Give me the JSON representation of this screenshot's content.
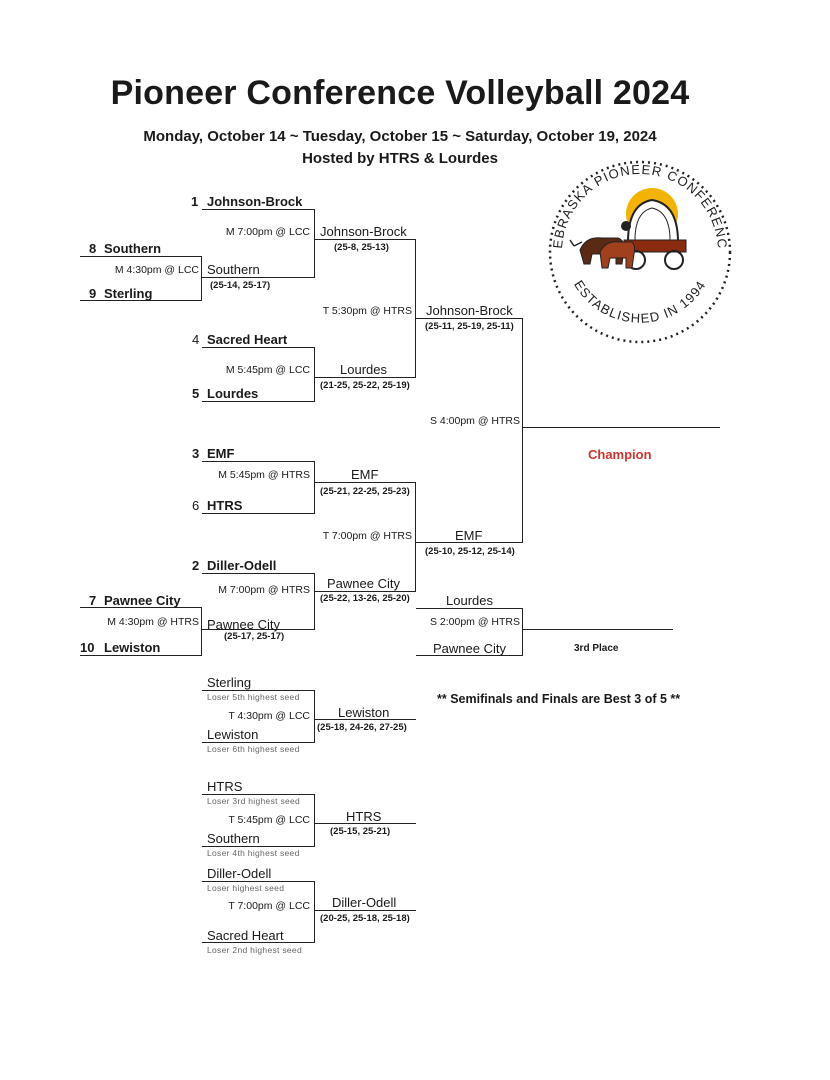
{
  "header": {
    "title": "Pioneer Conference Volleyball 2024",
    "dates": "Monday, October 14 ~ Tuesday, October 15 ~ Saturday, October 19, 2024",
    "hosted": "Hosted by HTRS & Lourdes"
  },
  "logo": {
    "top_text": "NEBRASKA PIONEER CONFERENCE",
    "bottom_text": "ESTABLISHED IN 1994",
    "icon": "covered-wagon-oxen-icon"
  },
  "r1": {
    "g1": {
      "seed_top": "1",
      "team_top": "Johnson-Brock",
      "sched": "M 7:00pm @ LCC"
    },
    "pg": {
      "seed_top": "8",
      "team_top": "Southern",
      "sched": "M 4:30pm @ LCC",
      "winner": "Southern",
      "score": "(25-14, 25-17)",
      "seed_bot": "9",
      "team_bot": "Sterling"
    },
    "g2": {
      "seed_top": "4",
      "team_top": "Sacred Heart",
      "sched": "M 5:45pm @ LCC",
      "seed_bot": "5",
      "team_bot": "Lourdes"
    },
    "g3": {
      "seed_top": "3",
      "team_top": "EMF",
      "sched": "M 5:45pm @ HTRS",
      "seed_bot": "6",
      "team_bot": "HTRS"
    },
    "g4": {
      "seed_top": "2",
      "team_top": "Diller-Odell",
      "sched": "M 7:00pm @ HTRS"
    },
    "pg2": {
      "seed_top": "7",
      "team_top": "Pawnee City",
      "sched": "M 4:30pm @ HTRS",
      "winner": "Pawnee City",
      "score": "(25-17, 25-17)",
      "seed_bot": "10",
      "team_bot": "Lewiston"
    }
  },
  "r2": {
    "w1": {
      "team": "Johnson-Brock",
      "score": "(25-8, 25-13)"
    },
    "w2": {
      "team": "Lourdes",
      "score": "(21-25, 25-22, 25-19)"
    },
    "w3": {
      "team": "EMF",
      "score": "(25-21, 22-25, 25-23)"
    },
    "w4": {
      "team": "Pawnee City",
      "score": "(25-22, 13-26, 25-20)"
    },
    "s1_sched": "T 5:30pm @ HTRS",
    "s2_sched": "T 7:00pm @ HTRS"
  },
  "semis": {
    "w1": {
      "team": "Johnson-Brock",
      "score": "(25-11, 25-19, 25-11)"
    },
    "w2": {
      "team": "EMF",
      "score": "(25-10, 25-12, 25-14)"
    },
    "final_sched": "S 4:00pm @ HTRS",
    "champion_label": "Champion"
  },
  "third": {
    "team_top": "Lourdes",
    "team_bot": "Pawnee City",
    "sched": "S 2:00pm @ HTRS",
    "label": "3rd Place"
  },
  "note": "** Semifinals and Finals are Best 3 of 5 **",
  "consolation": [
    {
      "top": "Sterling",
      "top_note": "Loser 5th highest seed",
      "sched": "T 4:30pm @ LCC",
      "bot": "Lewiston",
      "bot_note": "Loser 6th highest seed",
      "winner": "Lewiston",
      "score": "(25-18, 24-26, 27-25)"
    },
    {
      "top": "HTRS",
      "top_note": "Loser 3rd highest seed",
      "sched": "T 5:45pm @ LCC",
      "bot": "Southern",
      "bot_note": "Loser 4th highest seed",
      "winner": "HTRS",
      "score": "(25-15, 25-21)"
    },
    {
      "top": "Diller-Odell",
      "top_note": "Loser highest seed",
      "sched": "T 7:00pm @ LCC",
      "bot": "Sacred Heart",
      "bot_note": "Loser 2nd highest seed",
      "winner": "Diller-Odell",
      "score": "(20-25, 25-18, 25-18)"
    }
  ]
}
